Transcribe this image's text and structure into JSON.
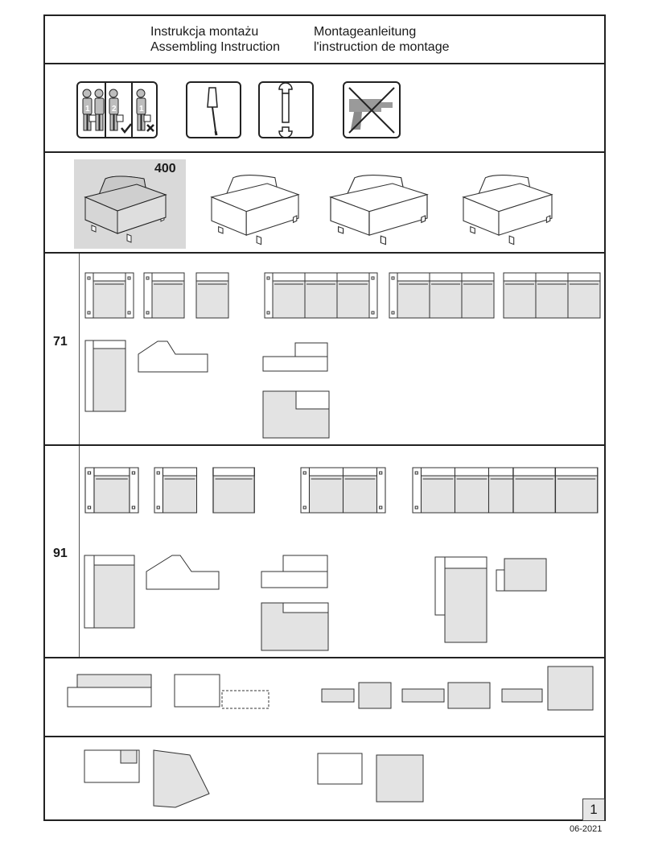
{
  "header": {
    "title_pl": "Instrukcja montażu",
    "title_en": "Assembling Instruction",
    "title_de": "Montageanleitung",
    "title_fr": "l'instruction de montage"
  },
  "tools": {
    "people_icon": "two-person-assembly-icon",
    "screwdriver_icon": "screwdriver-icon",
    "wrench_icon": "wrench-icon",
    "no_drill_icon": "no-power-drill-icon",
    "people_digits": [
      "1",
      "2",
      "1"
    ]
  },
  "armchairs": {
    "model_code": "400"
  },
  "sections": {
    "row1_label": "71",
    "row2_label": "91"
  },
  "footer": {
    "page_number": "1",
    "date": "06-2021"
  },
  "colors": {
    "line": "#222222",
    "fill": "#e3e3e3",
    "highlight": "#d9d9d9"
  }
}
